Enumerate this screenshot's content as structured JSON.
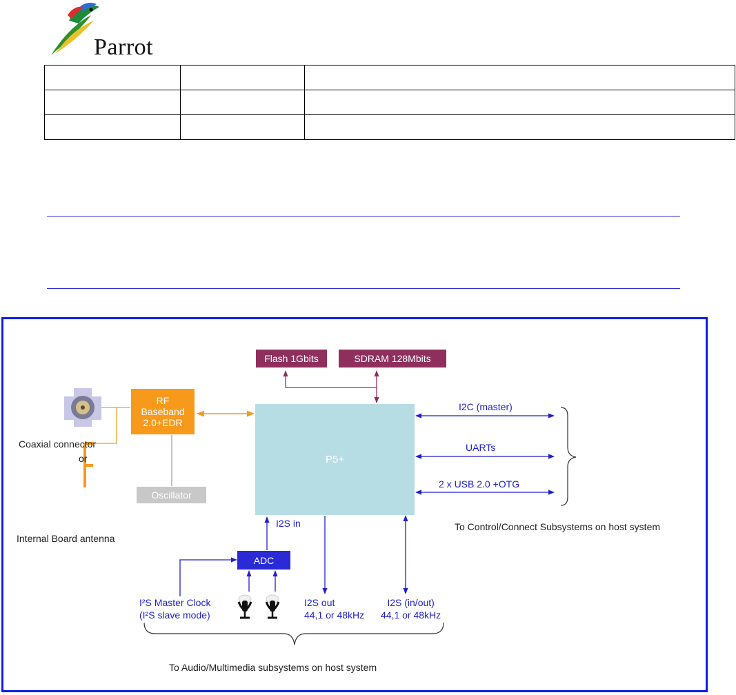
{
  "header": {
    "logo_text": "Parrot",
    "revision_table": [
      [
        "",
        "",
        ""
      ],
      [
        "",
        "",
        ""
      ],
      [
        "",
        "",
        ""
      ]
    ]
  },
  "diagram": {
    "flash": "Flash 1Gbits",
    "sdram": "SDRAM 128Mbits",
    "rf_line1": "RF",
    "rf_line2": "Baseband",
    "rf_line3": "2.0+EDR",
    "cpu": "P5+",
    "oscillator": "Oscillator",
    "adc": "ADC",
    "coax_label": "Coaxial connector",
    "or_label": "or",
    "antenna_label": "Internal Board antenna",
    "i2c": "I2C (master)",
    "uarts": "UARTs",
    "usb": "2 x USB 2.0 +OTG",
    "control_label": "To Control/Connect Subsystems on host system",
    "i2s_in": "I2S in",
    "master_clock_1": "I²S Master Clock",
    "master_clock_2": "(I²S slave mode)",
    "i2s_out_1": "I2S out",
    "i2s_out_2": "44,1 or 48kHz",
    "i2s_io_1": "I2S (in/out)",
    "i2s_io_2": "44,1 or 48kHz",
    "audio_label": "To Audio/Multimedia subsystems on host system"
  },
  "colors": {
    "frame_border": "#0a1ee6",
    "memory_block": "#8e2f5e",
    "rf_block": "#f79a1c",
    "cpu_block": "#b7dde4",
    "adc_block": "#2a2ad6",
    "oscillator_block": "#c8c8c8",
    "blue_line": "#1f1fd0",
    "orange_line": "#f79a1c",
    "memory_line": "#8e2f5e"
  }
}
